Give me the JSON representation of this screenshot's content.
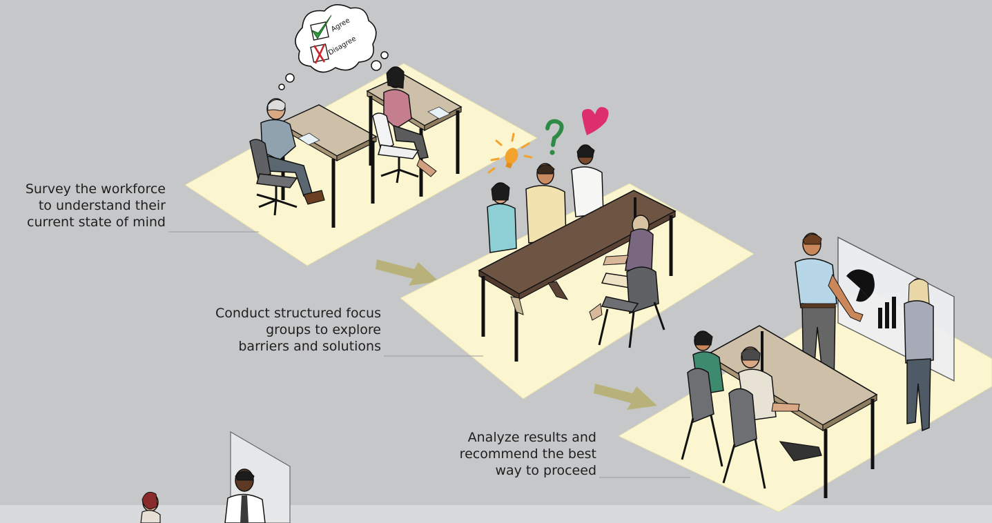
{
  "steps": [
    {
      "lines": [
        "Survey the workforce",
        "to understand their",
        "current state of mind"
      ]
    },
    {
      "lines": [
        "Conduct structured focus",
        "groups to explore",
        "barriers and solutions"
      ]
    },
    {
      "lines": [
        "Analyze results and",
        "recommend the best",
        "way to proceed"
      ]
    }
  ],
  "thought_bubble": {
    "agree": "Agree",
    "disagree": "Disagree"
  },
  "colors": {
    "background": "#c6c7c9",
    "floor": "#fbf6cf",
    "arrow": "#b8b27a",
    "bottom_band": "#d9dadb",
    "check": "#2f9a3c",
    "cross": "#c8262c",
    "lightbulb": "#f3a22c",
    "question": "#2e8a47",
    "heart": "#dc2f6b",
    "table_light": "#cdbfa8",
    "table_dark": "#6e5443"
  }
}
